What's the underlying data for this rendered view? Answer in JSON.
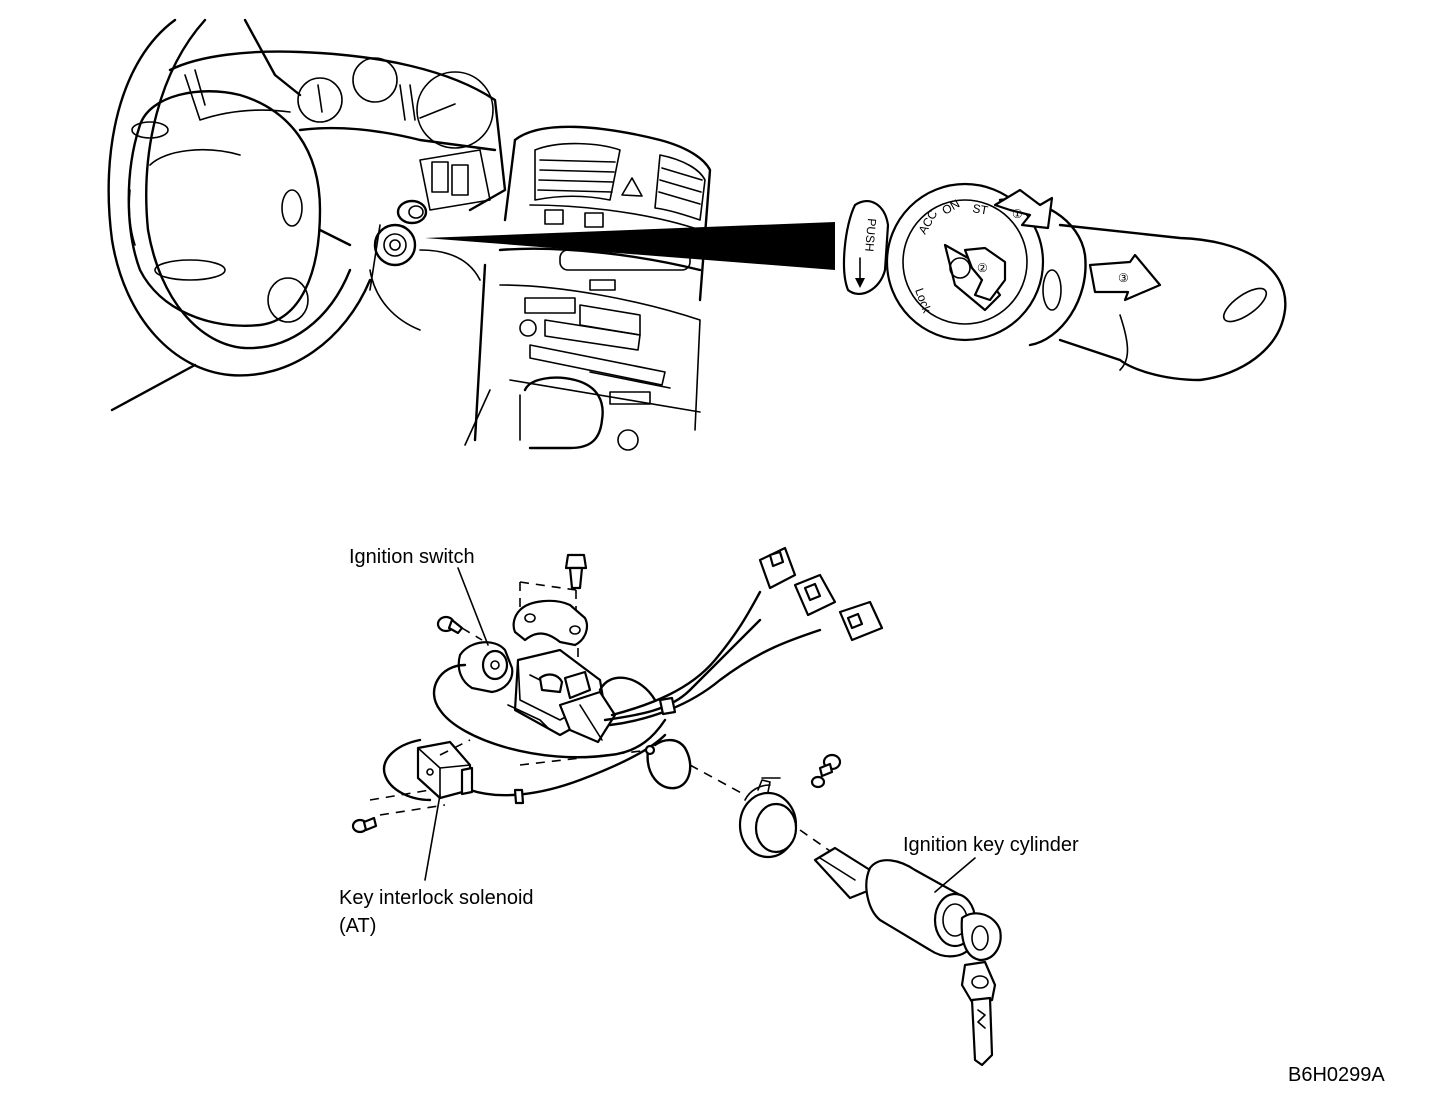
{
  "labels": {
    "ignition_switch": "Ignition switch",
    "key_interlock_line1": "Key interlock solenoid",
    "key_interlock_line2": "(AT)",
    "ignition_key_cylinder": "Ignition key cylinder",
    "figure_code": "B6H0299A"
  },
  "switch_face": {
    "push": "PUSH",
    "acc": "ACC",
    "on": "ON",
    "st": "ST",
    "lock": "Lock",
    "step1": "①",
    "step2": "②",
    "step3": "③"
  }
}
